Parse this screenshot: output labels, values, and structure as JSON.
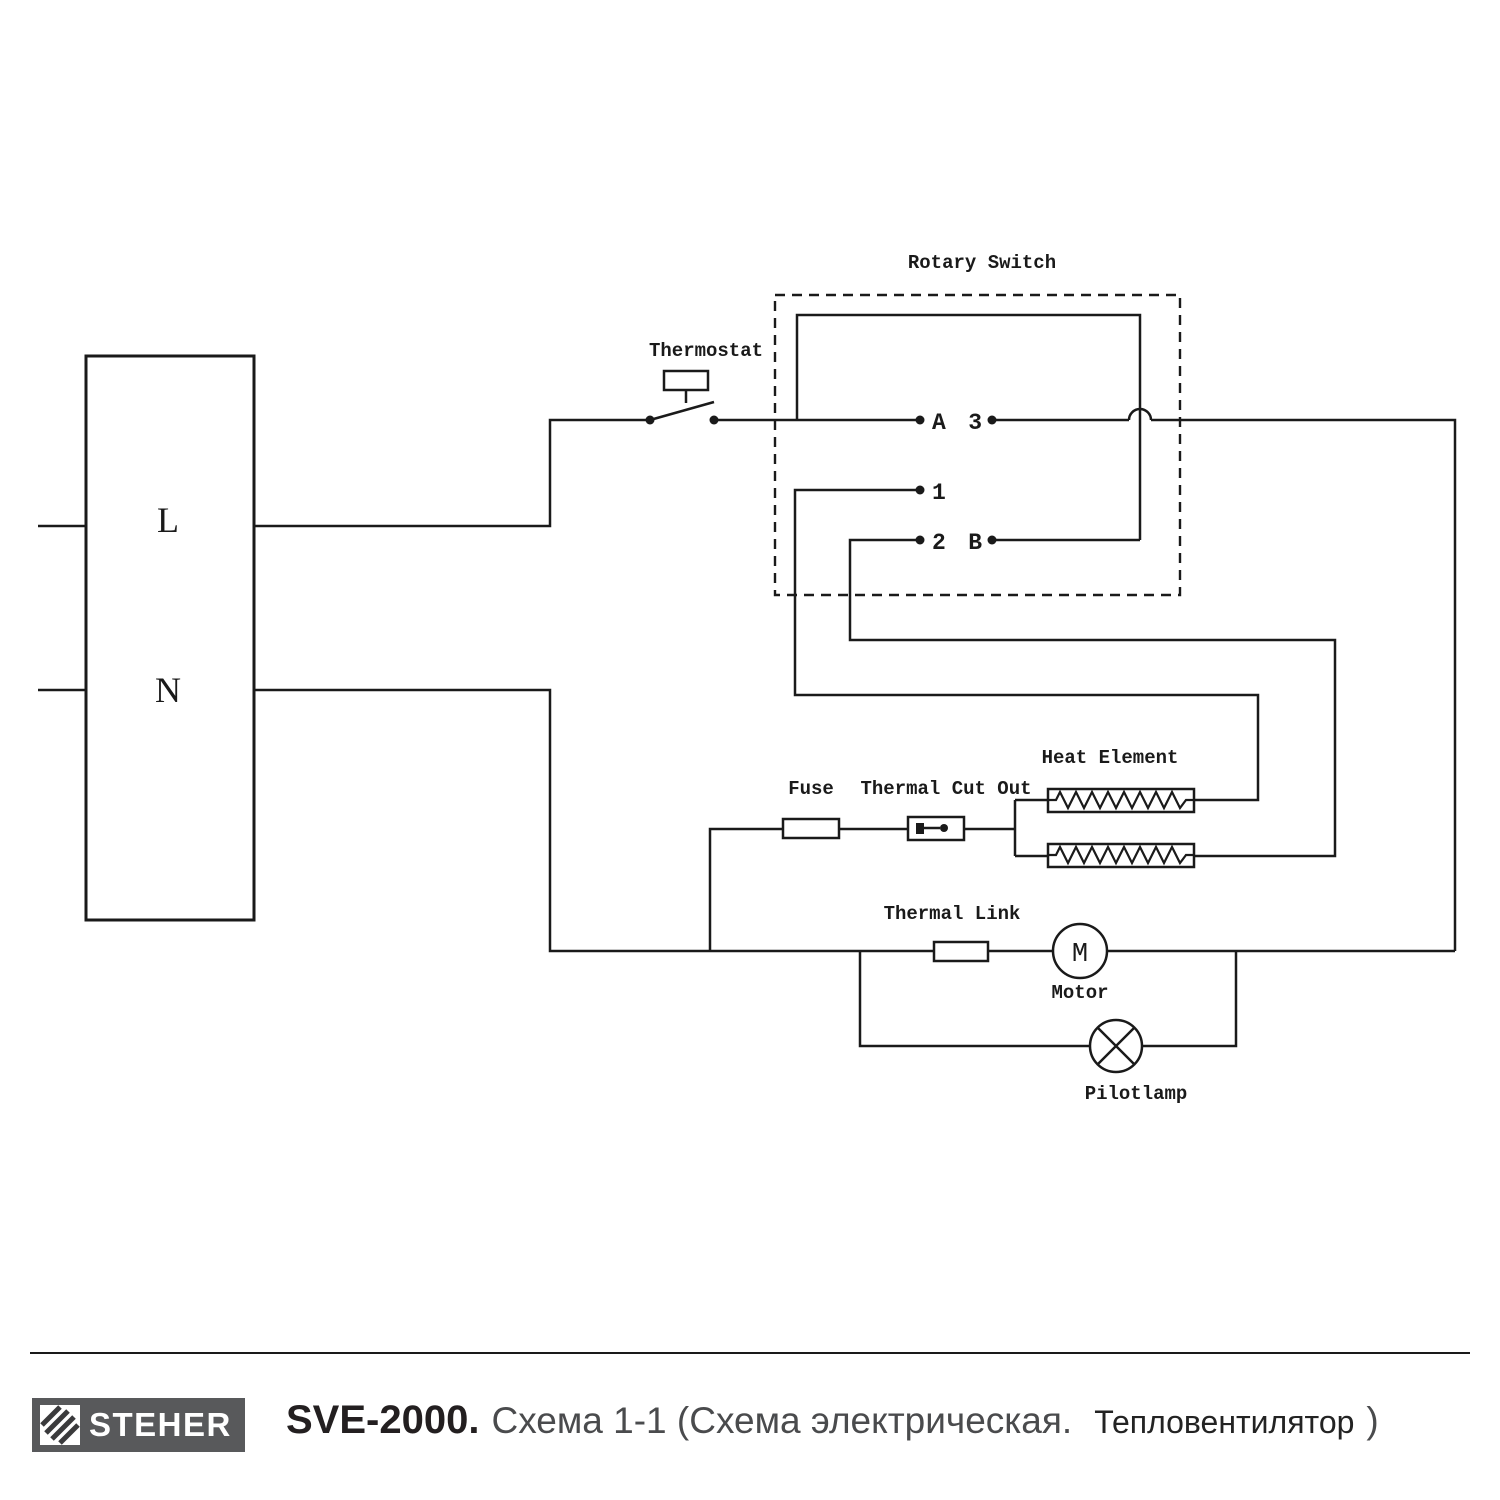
{
  "schematic": {
    "rotary_switch_label": "Rotary Switch",
    "thermostat_label": "Thermostat",
    "fuse_label": "Fuse",
    "thermal_cut_out_label": "Thermal Cut Out",
    "heat_element_label": "Heat Element",
    "thermal_link_label": "Thermal Link",
    "motor_label": "Motor",
    "motor_symbol": "M",
    "pilotlamp_label": "Pilotlamp",
    "terminal_l": "L",
    "terminal_n": "N",
    "contact_a": "A",
    "contact_3": "3",
    "contact_1": "1",
    "contact_2": "2",
    "contact_b": "B"
  },
  "footer": {
    "brand": "STEHER",
    "model": "SVE-2000.",
    "caption": "Схема 1-1 (Схема электрическая.",
    "product": "Тепловентилятор",
    "caption_close": ")"
  },
  "colors": {
    "line": "#1a1a1a",
    "logo_background": "#58595b",
    "caption_muted": "#4a4b4d"
  }
}
